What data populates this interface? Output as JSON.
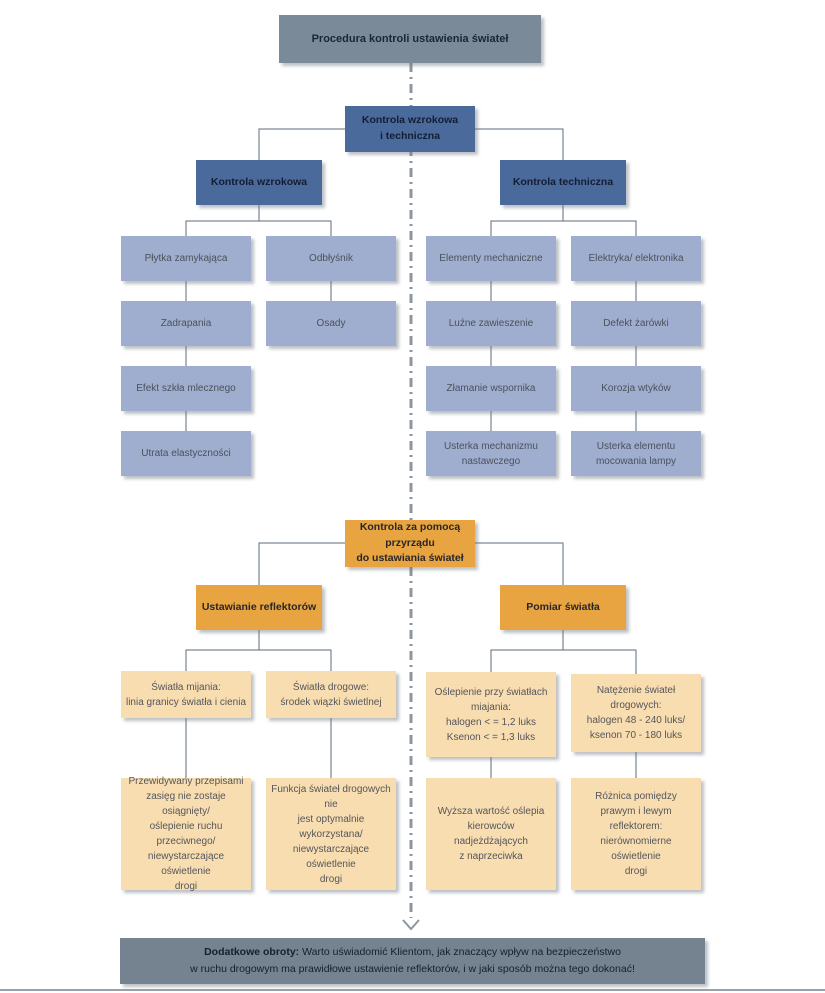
{
  "title": "Procedura kontroli ustawienia świateł",
  "visual": {
    "root": "Kontrola wzrokowa\ni techniczna",
    "left_header": "Kontrola wzrokowa",
    "right_header": "Kontrola techniczna",
    "col1": [
      "Płytka zamykająca",
      "Zadrapania",
      "Efekt szkła mlecznego",
      "Utrata elastyczności"
    ],
    "col2": [
      "Odbłyśnik",
      "Osady"
    ],
    "col3": [
      "Elementy mechaniczne",
      "Luźne zawieszenie",
      "Złamanie wspornika",
      "Usterka mechanizmu\nnastawczego"
    ],
    "col4": [
      "Elektryka/ elektronika",
      "Defekt żarówki",
      "Korozja wtyków",
      "Usterka elementu\nmocowania lampy"
    ]
  },
  "device": {
    "root": "Kontrola za pomocą przyrządu\ndo ustawiania świateł",
    "left_header": "Ustawianie reflektorów",
    "right_header": "Pomiar światła",
    "col1": [
      "Światła mijania:\nlinia granicy światła i cienia",
      "Przewidywany przepisami\nzasięg nie zostaje osiągnięty/\noślepienie ruchu przeciwnego/\nniewystarczające oświetlenie\ndrogi"
    ],
    "col2": [
      "Światła drogowe:\nśrodek wiązki świetlnej",
      "Funkcja świateł drogowych nie\njest optymalnie wykorzystana/\nniewystarczające oświetlenie\ndrogi"
    ],
    "col3": [
      "Oślepienie przy światłach\nmiajania:\nhalogen < = 1,2 luks\nKsenon < = 1,3 luks",
      "Wyższa wartość oślepia\nkierowców nadjeżdżających\nz naprzeciwka"
    ],
    "col4": [
      "Natężenie świateł drogowych:\nhalogen 48 - 240 luks/\nksenon 70 - 180 luks",
      "Różnica pomiędzy\nprawym i lewym reflektorem:\nnierównomierne oświetlenie\ndrogi"
    ]
  },
  "footer": {
    "lead": "Dodatkowe obroty:",
    "rest": " Warto uświadomić Klientom, jak znaczący wpływ na bezpieczeństwo\nw ruchu drogowym ma prawidłowe ustawienie reflektorów, i w jaki sposób można tego dokonać!"
  },
  "colors": {
    "header_gray": "#7b8a99",
    "footer_gray": "#74838f",
    "dark_blue": "#4b6a9c",
    "light_blue": "#9fadce",
    "orange": "#e8a440",
    "light_orange": "#f8ddb0",
    "connector": "#5c6b78",
    "dashed_line": "#8d959d"
  }
}
